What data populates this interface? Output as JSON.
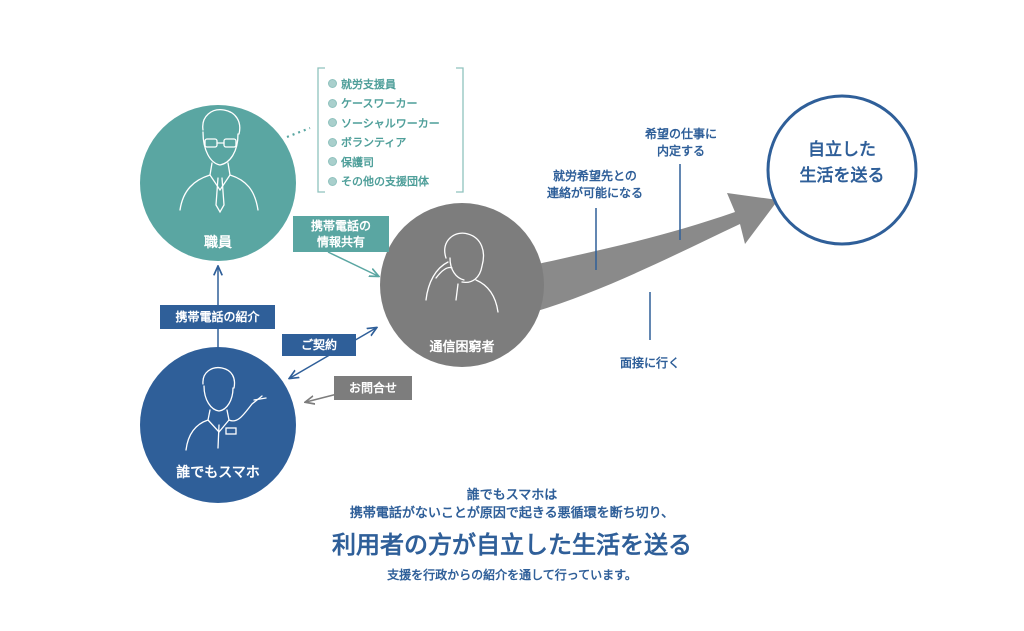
{
  "nodes": {
    "staff": {
      "label": "職員",
      "color": "#5aa6a2"
    },
    "dare_sumaho": {
      "label": "誰でもスマホ",
      "color": "#2f5f99"
    },
    "user": {
      "label": "通信困窮者",
      "color": "#7d7d7d"
    },
    "goal": {
      "line1": "自立した",
      "line2": "生活を送る"
    }
  },
  "support_list": [
    "就労支援員",
    "ケースワーカー",
    "ソーシャルワーカー",
    "ボランティア",
    "保護司",
    "その他の支援団体"
  ],
  "edges": {
    "phone_share": {
      "line1": "携帯電話の",
      "line2": "情報共有"
    },
    "phone_intro": "携帯電話の紹介",
    "contract": "ご契約",
    "inquiry": "お問合せ"
  },
  "milestones": {
    "contact": {
      "line1": "就労希望先との",
      "line2": "連絡が可能になる"
    },
    "job_offer": {
      "line1": "希望の仕事に",
      "line2": "内定する"
    },
    "interview": "面接に行く"
  },
  "bottom_text": {
    "line1": "誰でもスマホは",
    "line2": "携帯電話がないことが原因で起きる悪循環を断ち切り、",
    "headline": "利用者の方が自立した生活を送る",
    "line3": "支援を行政からの紹介を通して行っています。"
  },
  "colors": {
    "teal": "#5aa6a2",
    "blue": "#2f5f99",
    "gray": "#7d7d7d",
    "light_teal": "#a9cfcc"
  }
}
